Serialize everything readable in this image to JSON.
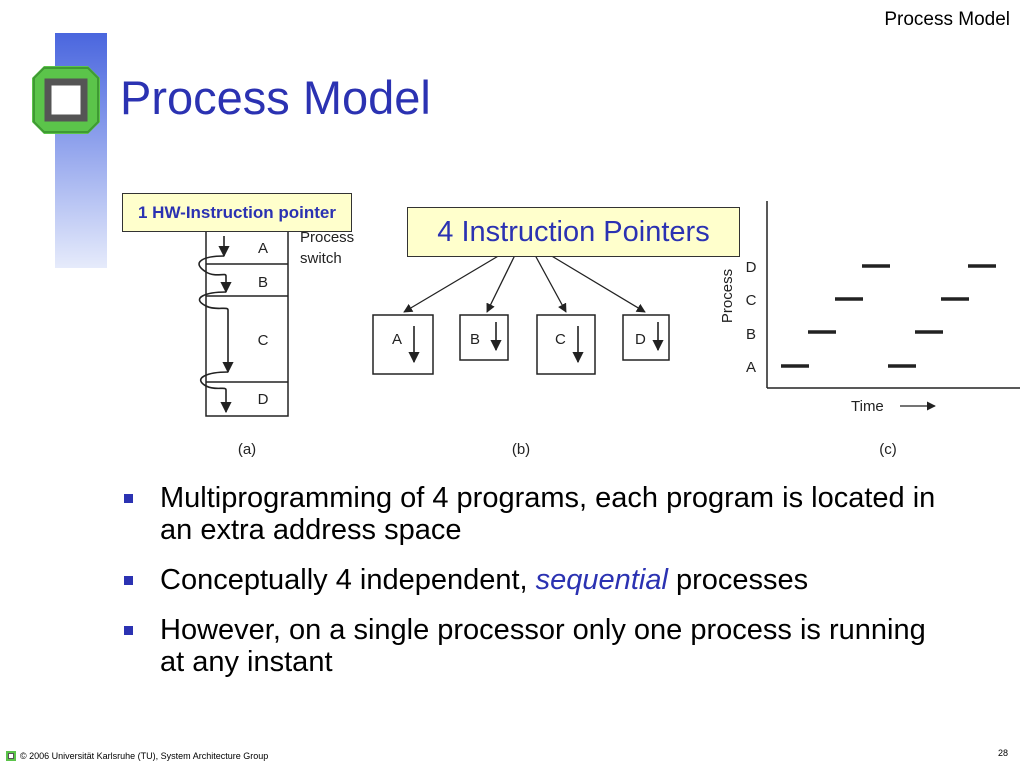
{
  "header": {
    "title": "Process Model"
  },
  "slide": {
    "title": "Process Model"
  },
  "figure": {
    "callout_a": "1 HW-Instruction pointer",
    "callout_b": "4 Instruction Pointers",
    "fig_a": {
      "blocks": [
        "A",
        "B",
        "C",
        "D"
      ],
      "note_line1": "Process",
      "note_line2": "switch",
      "caption": "(a)"
    },
    "fig_b": {
      "boxes": [
        "A",
        "B",
        "C",
        "D"
      ],
      "caption": "(b)"
    },
    "fig_c": {
      "y_label": "Process",
      "rows": [
        "D",
        "C",
        "B",
        "A"
      ],
      "x_label": "Time",
      "caption": "(c)"
    }
  },
  "bullets": {
    "b1": "Multiprogramming of 4 programs, each program is located in an extra address space",
    "b2_pre": "Conceptually 4 independent, ",
    "b2_em": "sequential",
    "b2_post": " processes",
    "b3": "However, on a single processor only one process is running at any instant"
  },
  "footer": {
    "copyright": "© 2006 Universität Karlsruhe (TU), System Architecture Group",
    "page": "28"
  },
  "colors": {
    "accent": "#2b32b2",
    "logo_green": "#5bc44a",
    "callout_bg": "#ffffcc"
  }
}
